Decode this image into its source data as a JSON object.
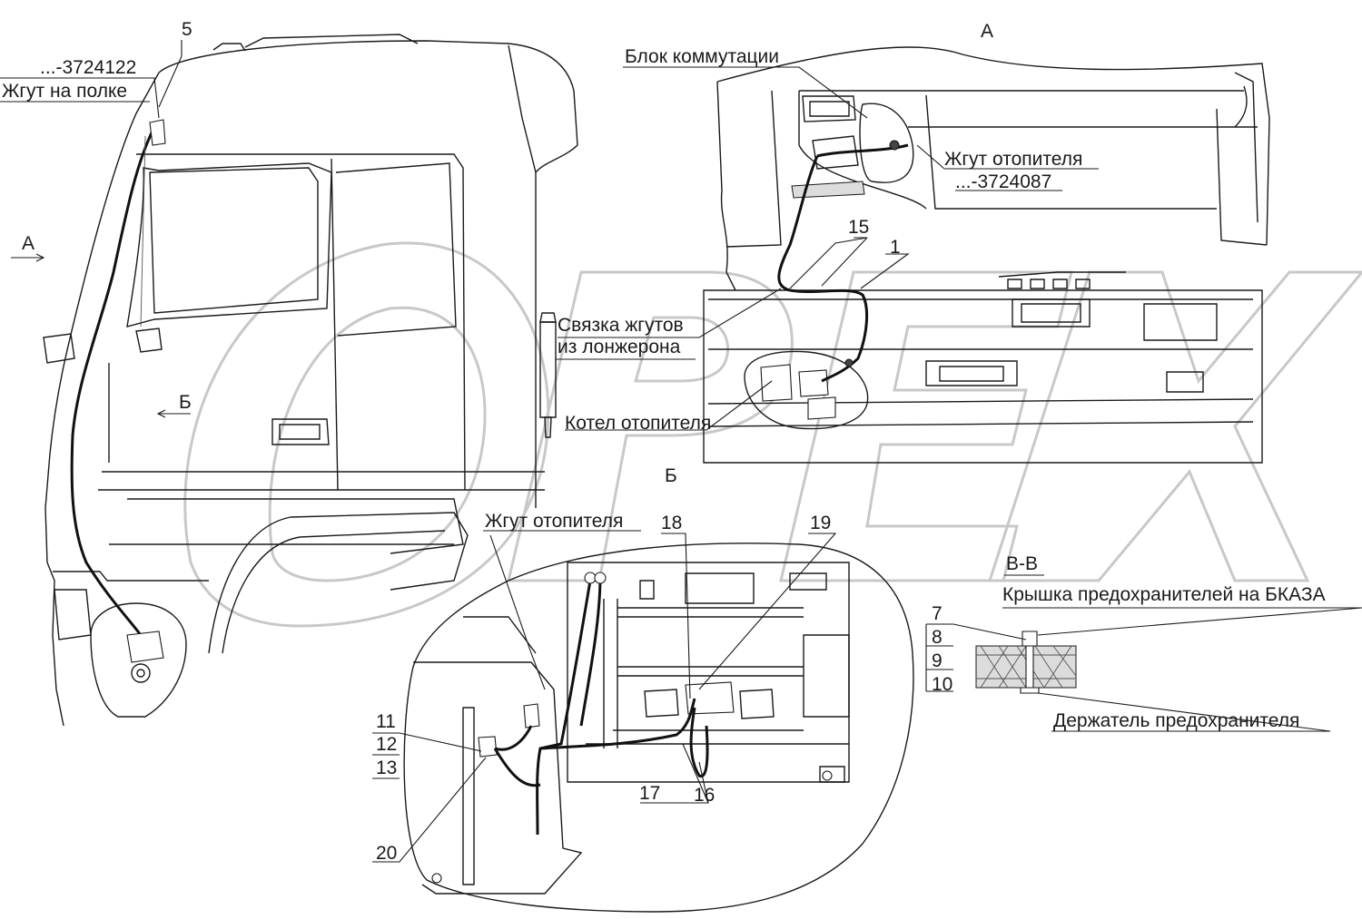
{
  "labels": {
    "view_a_top": "А",
    "view_a_arrow": "А",
    "view_b_arrow": "Б",
    "view_b_title": "Б",
    "view_vv_title": "В-В",
    "blok": "Блок коммутации",
    "harness_heater_a": "Жгут отопителя",
    "harness_heater_a_code": "...-3724087",
    "harness_shelf_code": "...-3724122",
    "harness_shelf": "Жгут на полке",
    "bundle_line1": "Связка жгутов",
    "bundle_line2": "из лонжерона",
    "boiler": "Котел отопителя",
    "harness_heater_b": "Жгут отопителя",
    "fuse_cover": "Крышка предохранителей на БКАЗА",
    "fuse_holder": "Держатель предохранителя"
  },
  "positions": {
    "p1": "1",
    "p5": "5",
    "p7": "7",
    "p8": "8",
    "p9": "9",
    "p10": "10",
    "p11": "11",
    "p12": "12",
    "p13": "13",
    "p15": "15",
    "p16": "16",
    "p17": "17",
    "p18": "18",
    "p19": "19",
    "p20": "20"
  }
}
